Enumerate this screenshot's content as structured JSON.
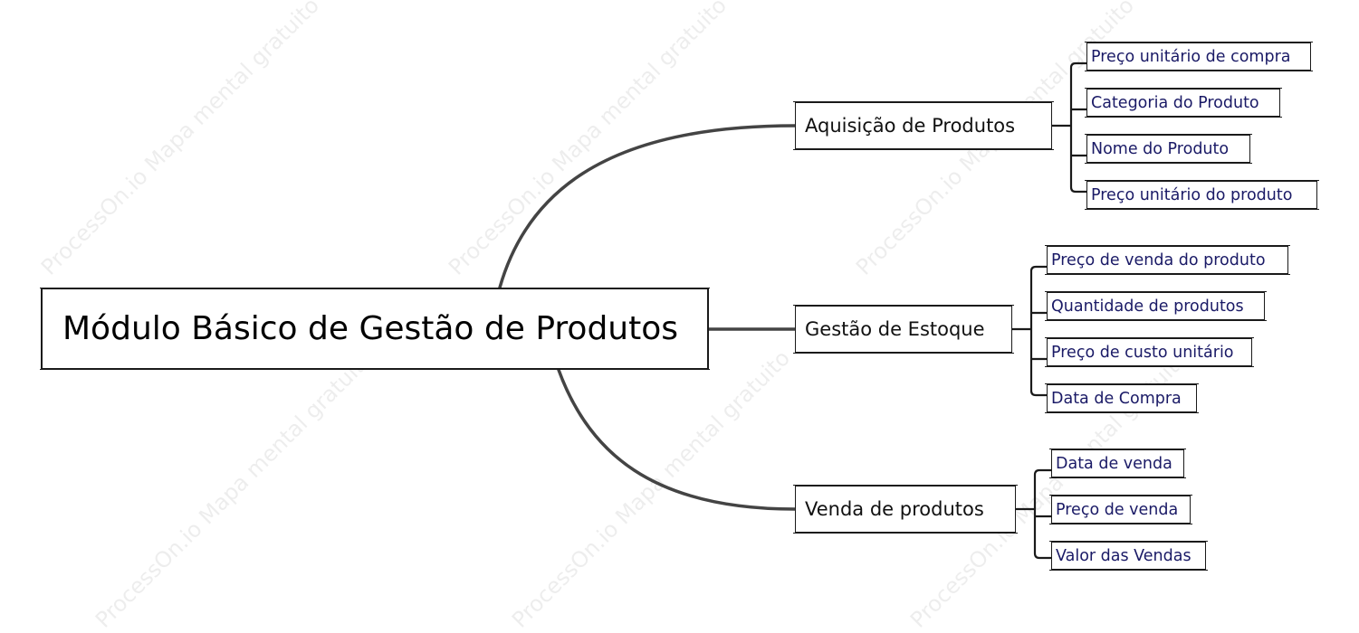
{
  "watermark": "ProcessOn.io Mapa mental gratuito",
  "root": {
    "label": "Módulo Básico de Gestão de Produtos"
  },
  "branches": [
    {
      "label": "Aquisição de Produtos",
      "children": [
        "Preço unitário de compra",
        "Categoria do Produto",
        "Nome do Produto",
        "Preço unitário do produto"
      ]
    },
    {
      "label": "Gestão de Estoque",
      "children": [
        "Preço de venda do produto",
        "Quantidade de produtos",
        "Preço de custo unitário",
        "Data de Compra"
      ]
    },
    {
      "label": "Venda de produtos",
      "children": [
        "Data de venda",
        "Preço de venda",
        "Valor das Vendas"
      ]
    }
  ],
  "colors": {
    "line": "#444444",
    "border": "#1a1a1a",
    "leaf_text": "#1a1a66"
  }
}
